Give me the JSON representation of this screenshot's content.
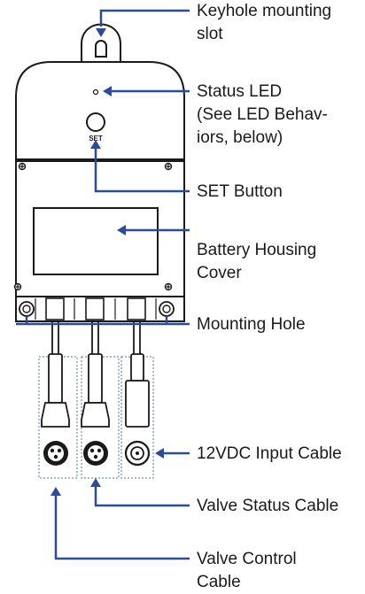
{
  "colors": {
    "leader": "#2b4a9b",
    "outline": "#1a1a1a",
    "fill": "#ffffff",
    "dotted": "#6a8fc0"
  },
  "device": {
    "set_label": "SET"
  },
  "callouts": {
    "keyhole": {
      "line1": "Keyhole mounting",
      "line2": "slot"
    },
    "status_led": {
      "line1": "Status LED",
      "line2": "(See LED Behav-",
      "line3": "iors, below)"
    },
    "set_button": {
      "line1": "SET Button"
    },
    "battery_cover": {
      "line1": "Battery Housing",
      "line2": "Cover"
    },
    "mounting_hole": {
      "line1": "Mounting Hole"
    },
    "input_cable": {
      "line1": "12VDC Input Cable"
    },
    "valve_status": {
      "line1": "Valve Status Cable"
    },
    "valve_control": {
      "line1": "Valve Control",
      "line2": "Cable"
    }
  }
}
